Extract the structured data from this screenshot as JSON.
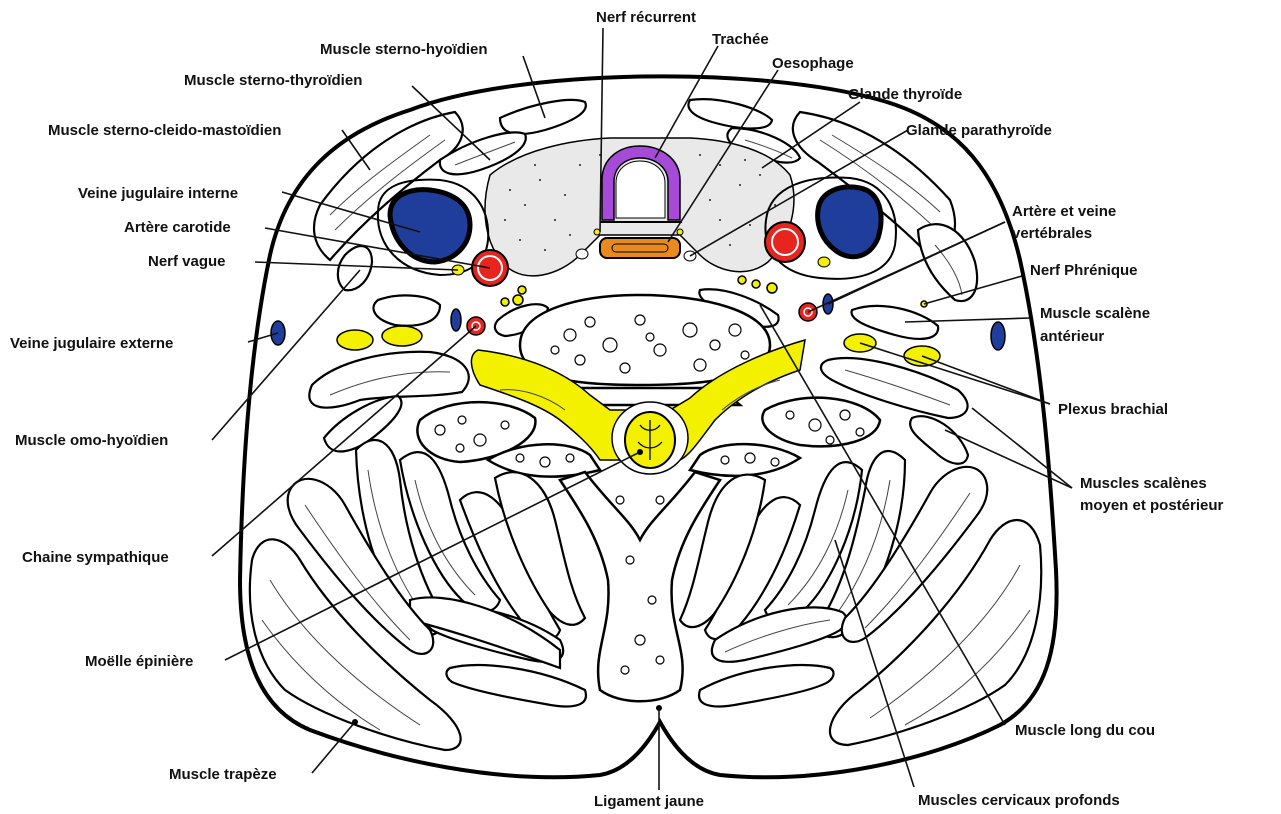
{
  "labels": {
    "nerf_recurrent": "Nerf récurrent",
    "trachee": "Trachée",
    "oesophage": "Oesophage",
    "glande_thyroide": "Glande thyroïde",
    "glande_parathyroide": "Glande parathyroïde",
    "sterno_hyoidien": "Muscle sterno-hyoïdien",
    "sterno_thyroidien": "Muscle sterno-thyroïdien",
    "sterno_cleido": "Muscle sterno-cleido-mastoïdien",
    "jugulaire_interne": "Veine jugulaire interne",
    "carotide": "Artère carotide",
    "nerf_vague": "Nerf vague",
    "jugulaire_externe": "Veine jugulaire externe",
    "omo_hyoidien": "Muscle omo-hyoïdien",
    "chaine_sympathique": "Chaine sympathique",
    "moelle_epiniere": "Moëlle épinière",
    "trapeze": "Muscle trapèze",
    "ligament_jaune": "Ligament jaune",
    "cervicaux_profonds": "Muscles cervicaux profonds",
    "long_du_cou": "Muscle long du cou",
    "scalenes_moyen_line1": "Muscles scalènes",
    "scalenes_moyen_line2": "moyen et postérieur",
    "plexus_brachial": "Plexus brachial",
    "scalene_anterieur_line1": "Muscle scalène",
    "scalene_anterieur_line2": "antérieur",
    "nerf_phrenique": "Nerf Phrénique",
    "vertebrales_line1": "Artère et veine",
    "vertebrales_line2": "vertébrales"
  },
  "colors": {
    "trachea": "#a54bd8",
    "esophagus": "#e88a1c",
    "artery": "#e8241f",
    "vein": "#1f3e9c",
    "nerve": "#f3f000",
    "outline": "#000000"
  },
  "icons": {
    "pointer_dot": "filled-circle"
  }
}
